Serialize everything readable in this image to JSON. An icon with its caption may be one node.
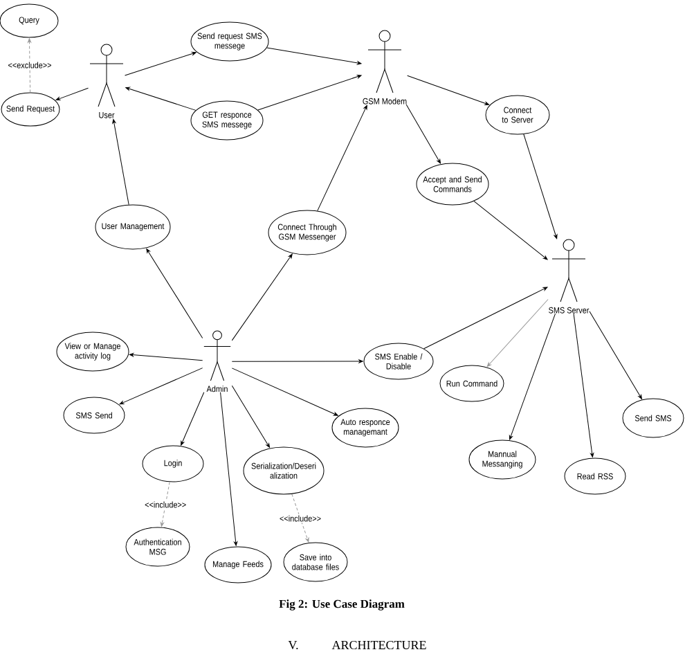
{
  "diagram": {
    "caption": "Fig 2: Use Case Diagram",
    "nodes": [
      {
        "text": [
          "Query"
        ]
      },
      {
        "text": [
          "Send Request"
        ]
      },
      {
        "text": [
          "User"
        ]
      },
      {
        "text": [
          "Send request SMS messege"
        ]
      },
      {
        "text": [
          "GET responce SMS messege"
        ]
      },
      {
        "text": [
          "GSM Modem"
        ]
      },
      {
        "text": [
          "Connect to Server"
        ]
      },
      {
        "text": [
          "User Management"
        ]
      },
      {
        "text": [
          "Connect Through GSM Messenger"
        ]
      },
      {
        "text": [
          "Accept and Send Commands"
        ]
      },
      {
        "text": [
          "SMS Server"
        ]
      },
      {
        "text": [
          "View or Manage activity log"
        ]
      },
      {
        "text": [
          "Admin"
        ]
      },
      {
        "text": [
          "SMS Enable / Disable"
        ]
      },
      {
        "text": [
          "SMS Send"
        ]
      },
      {
        "text": [
          "Run Command"
        ]
      },
      {
        "text": [
          "Auto responce managemant"
        ]
      },
      {
        "text": [
          "Login"
        ]
      },
      {
        "text": [
          "Serialization/Deseri alization"
        ]
      },
      {
        "text": [
          "Mannual Messanging"
        ]
      },
      {
        "text": [
          "Send SMS"
        ]
      },
      {
        "text": [
          "Read RSS"
        ]
      },
      {
        "text": [
          "Authentication MSG"
        ]
      },
      {
        "text": [
          "Manage Feeds"
        ]
      },
      {
        "text": [
          "Save into database files"
        ]
      }
    ],
    "edges": [
      {
        "from": 2,
        "to": 1,
        "arrow": "to"
      },
      {
        "from": 1,
        "to": 0,
        "arrow": "to",
        "label": "<<exclude>>",
        "style": "dashed",
        "color": "#999999"
      },
      {
        "from": 2,
        "to": 3,
        "arrow": "to"
      },
      {
        "from": 3,
        "to": 5,
        "arrow": "to"
      },
      {
        "from": 4,
        "to": 5,
        "arrow": "to"
      },
      {
        "from": 4,
        "to": 2,
        "arrow": "to"
      },
      {
        "from": 7,
        "to": 2,
        "arrow": "to"
      },
      {
        "from": 12,
        "to": 7,
        "arrow": "to"
      },
      {
        "from": 12,
        "to": 8,
        "arrow": "to"
      },
      {
        "from": 8,
        "to": 5,
        "arrow": "to"
      },
      {
        "from": 5,
        "to": 6,
        "arrow": "to"
      },
      {
        "from": 5,
        "to": 9,
        "arrow": "to"
      },
      {
        "from": 6,
        "to": 10,
        "arrow": "to"
      },
      {
        "from": 9,
        "to": 10,
        "arrow": "to"
      },
      {
        "from": 13,
        "to": 10,
        "arrow": "to"
      },
      {
        "from": 12,
        "to": 13,
        "arrow": "to"
      },
      {
        "from": 12,
        "to": 11,
        "arrow": "to"
      },
      {
        "from": 12,
        "to": 14,
        "arrow": "to"
      },
      {
        "from": 12,
        "to": 17,
        "arrow": "to"
      },
      {
        "from": 12,
        "to": 23,
        "arrow": "to"
      },
      {
        "from": 12,
        "to": 18,
        "arrow": "to"
      },
      {
        "from": 12,
        "to": 16,
        "arrow": "to"
      },
      {
        "from": 10,
        "to": 15,
        "arrow": "to",
        "color": "#999999"
      },
      {
        "from": 10,
        "to": 19,
        "arrow": "to"
      },
      {
        "from": 10,
        "to": 21,
        "arrow": "to"
      },
      {
        "from": 10,
        "to": 20,
        "arrow": "to"
      },
      {
        "from": 17,
        "to": 22,
        "arrow": "to",
        "label": "<<include>>",
        "style": "dashed",
        "color": "#999999"
      },
      {
        "from": 18,
        "to": 24,
        "arrow": "to",
        "label": "<<include>>",
        "style": "dashed",
        "color": "#999999"
      }
    ],
    "labels": [
      "V.",
      "ARCHITECTURE"
    ]
  }
}
